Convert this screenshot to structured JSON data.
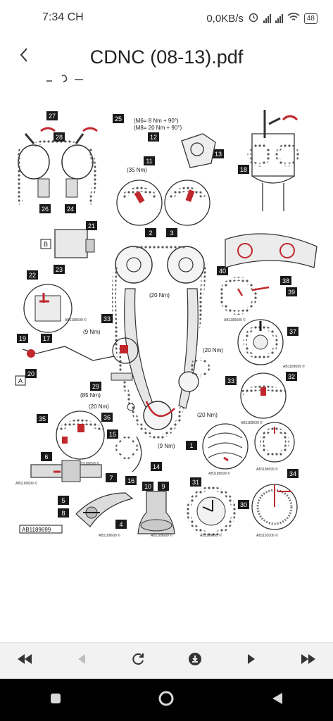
{
  "status": {
    "time": "7:34 CH",
    "speed": "0,0KB/s",
    "battery": "48"
  },
  "app_bar": {
    "title": "CDNC (08-13).pdf",
    "back_icon": "chevron-left-icon"
  },
  "diagram": {
    "callouts": [
      "27",
      "25",
      "28",
      "12",
      "13",
      "11",
      "26",
      "24",
      "18",
      "2",
      "3",
      "21",
      "B",
      "23",
      "22",
      "40",
      "38",
      "39",
      "33",
      "37",
      "19",
      "17",
      "A",
      "20",
      "29",
      "32",
      "35",
      "36",
      "15",
      "1",
      "6",
      "7",
      "16",
      "14",
      "34",
      "5",
      "8",
      "4",
      "10",
      "9",
      "31",
      "30"
    ],
    "torque_notes": {
      "m6": "(M6= 8 Nm + 90°)",
      "m8": "(M8= 20 Nm + 90°)",
      "t35": "(35 Nm)",
      "t20a": "(20 Nm)",
      "t9a": "(9 Nm)",
      "t20b": "(20 Nm)",
      "t85": "(85 Nm)",
      "t20c": "(20 Nm)",
      "t20d": "(20 Nm)",
      "t9b": "(9 Nm)"
    },
    "ref_codes": {
      "main": "AB1189699",
      "small": "AB1189699 ©",
      "alt": "AB1191006 ©"
    }
  },
  "toolbar": {
    "first_icon": "skip-back-icon",
    "prev_icon": "prev-page-icon",
    "rotate_icon": "rotate-icon",
    "download_icon": "download-icon",
    "next_icon": "next-page-icon",
    "last_icon": "skip-forward-icon"
  },
  "nav": {
    "recents_icon": "recents-square-icon",
    "home_icon": "home-circle-icon",
    "back_icon": "back-triangle-icon"
  },
  "colors": {
    "accent_red": "#c0282d",
    "label_black": "#1a1a1a",
    "toolbar_bg": "#f2f2f2",
    "nav_bg": "#000000"
  }
}
